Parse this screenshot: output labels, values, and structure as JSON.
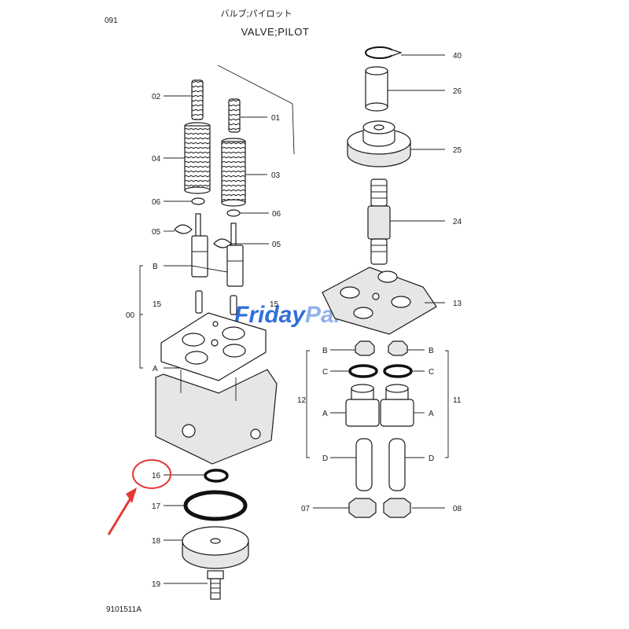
{
  "header": {
    "page_code": "091",
    "title_jp": "バルブ;パイロット",
    "title_en": "VALVE;PILOT"
  },
  "footer": {
    "drawing_code": "9101511A"
  },
  "watermark": {
    "text_a": "Friday",
    "text_b": "Parts",
    "color_a": "#2f6fd8",
    "color_b": "#8fb2ea"
  },
  "callouts": {
    "c01": "01",
    "c02": "02",
    "c03": "03",
    "c04": "04",
    "c05l": "05",
    "c05r": "05",
    "c06l": "06",
    "c06r": "06",
    "c07": "07",
    "c08": "08",
    "c00": "00",
    "c15a": "15",
    "c15b": "15",
    "c16": "16",
    "c17": "17",
    "c18": "18",
    "c19": "19",
    "c40": "40",
    "c26": "26",
    "c25": "25",
    "c24": "24",
    "c13": "13",
    "c11": "11",
    "c12": "12",
    "leftA": "A",
    "leftB": "B",
    "rB1": "B",
    "rB2": "B",
    "rC1": "C",
    "rC2": "C",
    "rA1": "A",
    "rA2": "A",
    "rD1": "D",
    "rD2": "D"
  },
  "highlight": {
    "target": "16",
    "color": "#e53935"
  }
}
